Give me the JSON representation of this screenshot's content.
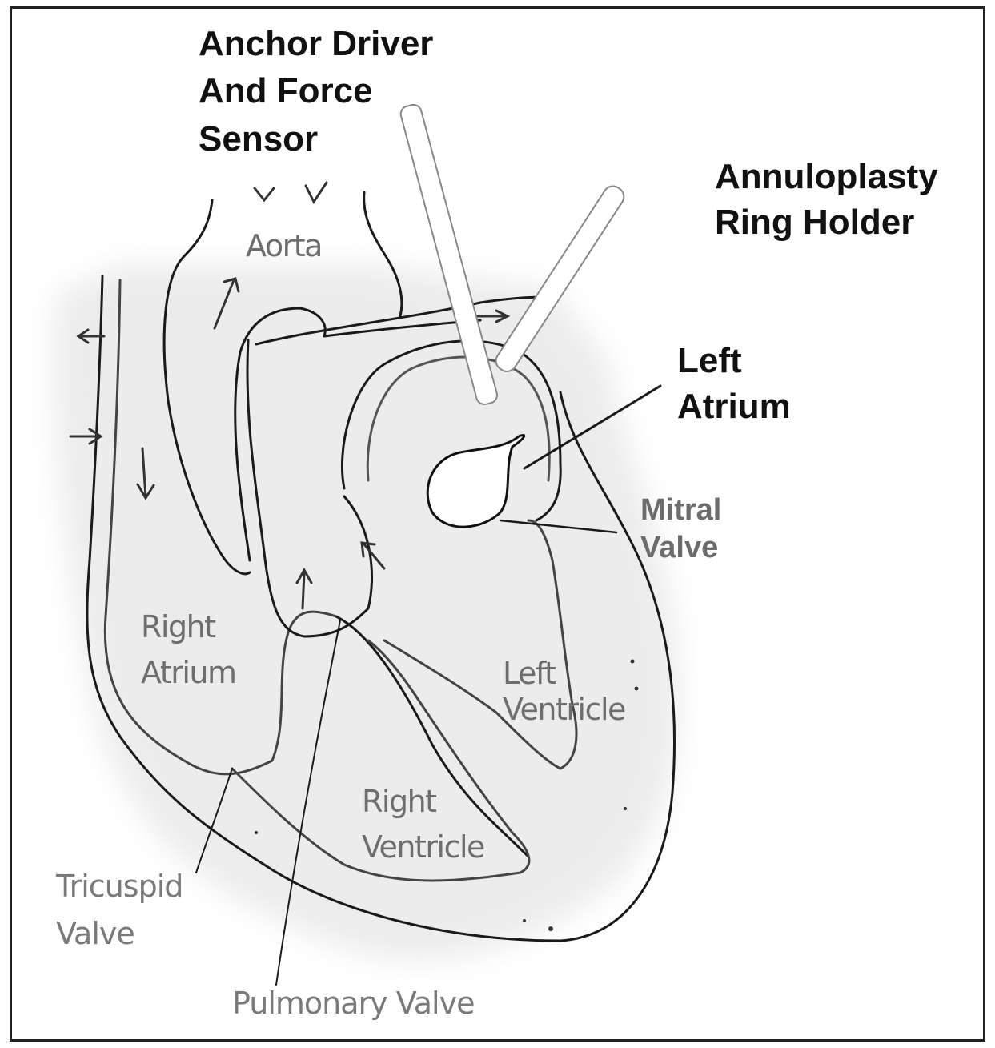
{
  "labels": {
    "anchor_driver": [
      "Anchor Driver",
      "And Force",
      "Sensor"
    ],
    "annuloplasty": [
      "Annuloplasty",
      "Ring Holder"
    ],
    "left_atrium": [
      "Left",
      "Atrium"
    ],
    "mitral_valve": [
      "Mitral",
      "Valve"
    ],
    "aorta": "Aorta",
    "right_atrium": [
      "Right",
      "Atrium"
    ],
    "left_ventricle": [
      "Left",
      "Ventricle"
    ],
    "right_ventricle": [
      "Right",
      "Ventricle"
    ],
    "tricuspid_valve": [
      "Tricuspid",
      "Valve"
    ],
    "pulmonary_valve": "Pulmonary Valve"
  }
}
